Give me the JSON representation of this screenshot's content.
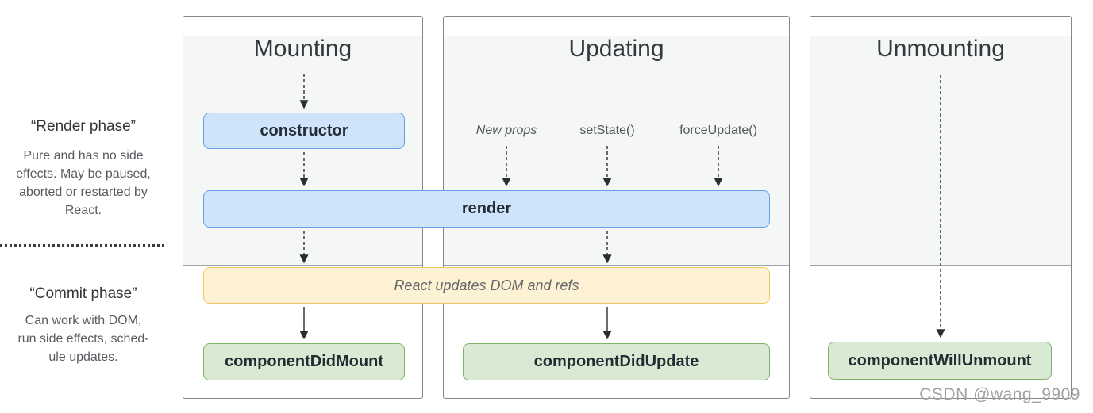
{
  "sidebar": {
    "render_phase": {
      "title": "“Render phase”",
      "description": "Pure and has no side\neffects. May be paused,\naborted or restarted by\nReact."
    },
    "commit_phase": {
      "title": "“Commit phase”",
      "description": "Can work with DOM,\nrun side effects, sched-\nule updates."
    }
  },
  "columns": {
    "mounting": {
      "title": "Mounting"
    },
    "updating": {
      "title": "Updating",
      "triggers": {
        "new_props": "New props",
        "set_state": "setState()",
        "force_update": "forceUpdate()"
      }
    },
    "unmounting": {
      "title": "Unmounting"
    }
  },
  "nodes": {
    "constructor": "constructor",
    "render": "render",
    "react_updates_dom": "React updates DOM and refs",
    "component_did_mount": "componentDidMount",
    "component_did_update": "componentDidUpdate",
    "component_will_unmount": "componentWillUnmount"
  },
  "edges": [
    {
      "from": "Mounting",
      "to": "constructor",
      "style": "dashed"
    },
    {
      "from": "constructor",
      "to": "render",
      "style": "dashed"
    },
    {
      "from": "New props",
      "to": "render",
      "style": "dashed"
    },
    {
      "from": "setState()",
      "to": "render",
      "style": "dashed"
    },
    {
      "from": "forceUpdate()",
      "to": "render",
      "style": "dashed"
    },
    {
      "from": "render",
      "to": "React updates DOM and refs",
      "style": "dashed",
      "column": "Mounting"
    },
    {
      "from": "render",
      "to": "React updates DOM and refs",
      "style": "dashed",
      "column": "Updating"
    },
    {
      "from": "React updates DOM and refs",
      "to": "componentDidMount",
      "style": "solid"
    },
    {
      "from": "React updates DOM and refs",
      "to": "componentDidUpdate",
      "style": "solid"
    },
    {
      "from": "Unmounting",
      "to": "componentWillUnmount",
      "style": "dashed"
    }
  ],
  "watermark": "CSDN @wang_9909",
  "colors": {
    "method_fill": "#cfe3fb",
    "method_border": "#63a0e8",
    "dom_fill": "#fdf3d4",
    "dom_border": "#f0c860",
    "commit_fill": "#d9e9d3",
    "commit_border": "#7db465",
    "phase_bg": "#f5f6f6",
    "column_border": "#84878a"
  }
}
